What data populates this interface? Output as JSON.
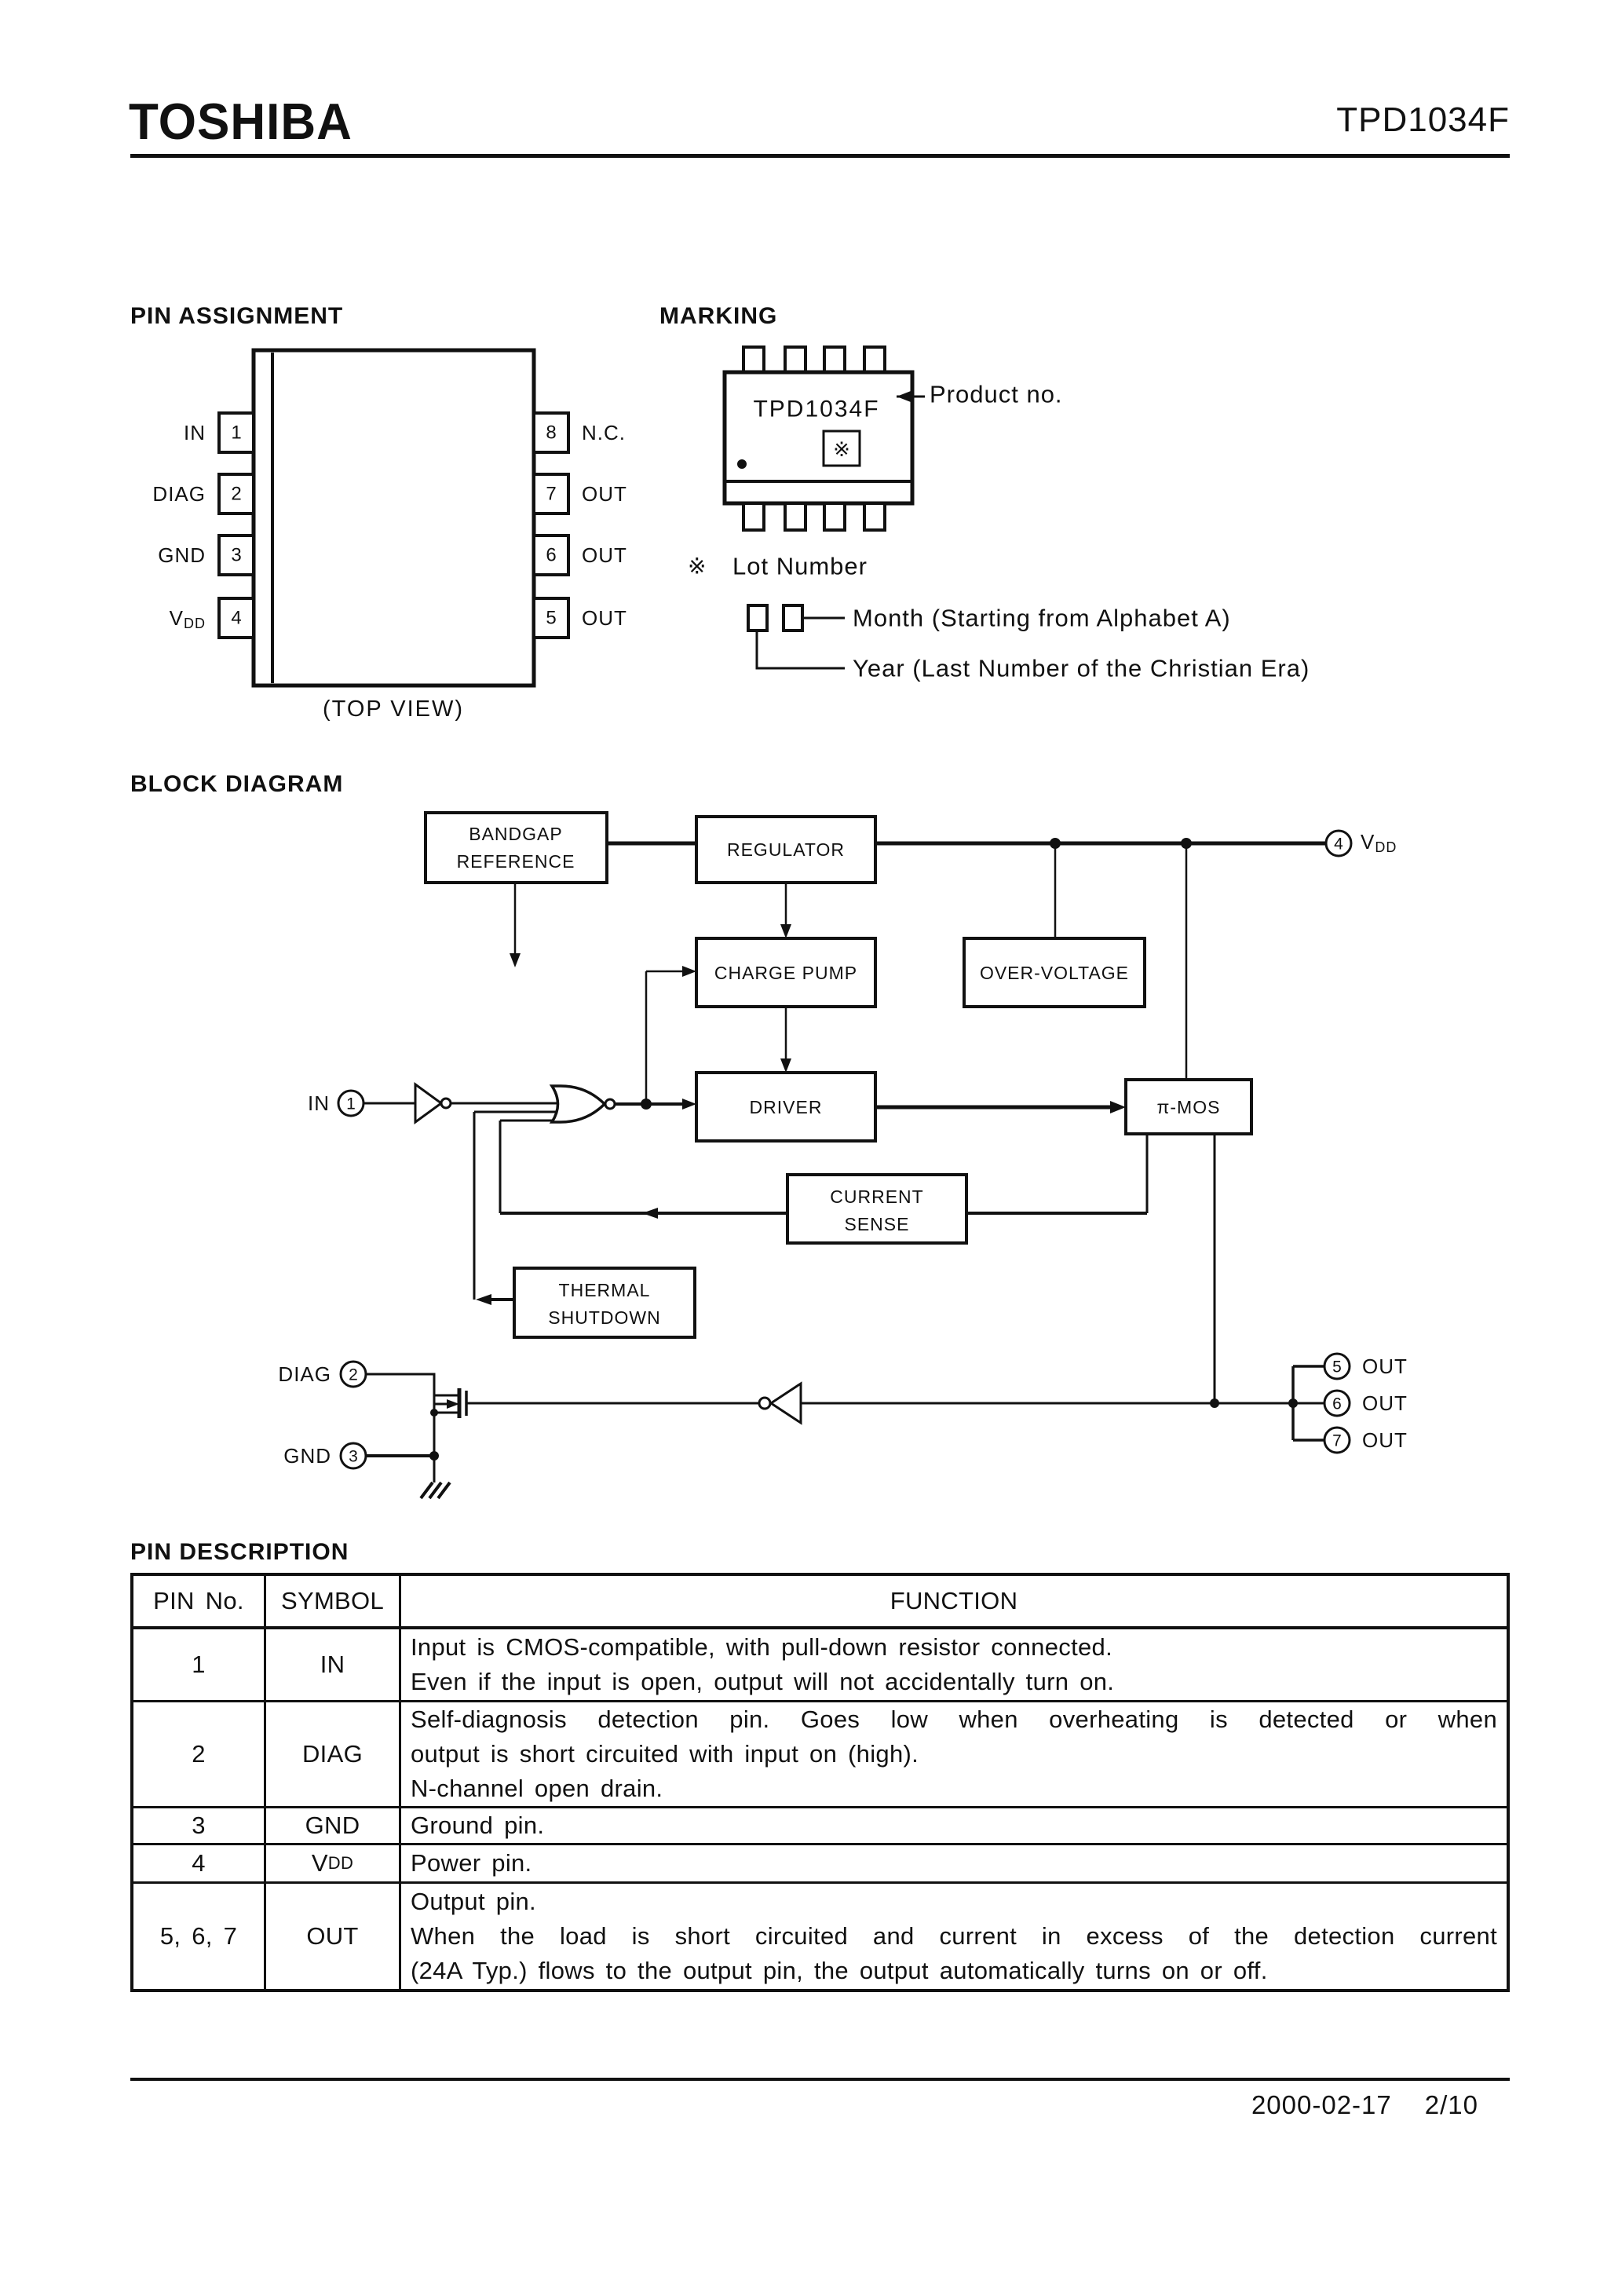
{
  "header": {
    "brand": "TOSHIBA",
    "part_number": "TPD1034F"
  },
  "sections": {
    "pin_assignment": "PIN ASSIGNMENT",
    "marking": "MARKING",
    "block_diagram": "BLOCK DIAGRAM",
    "pin_description": "PIN DESCRIPTION"
  },
  "pin_assignment": {
    "top_view": "(TOP VIEW)",
    "left_pins": [
      {
        "number": "1",
        "label": "IN"
      },
      {
        "number": "2",
        "label": "DIAG"
      },
      {
        "number": "3",
        "label": "GND"
      },
      {
        "number": "4",
        "label": "V",
        "label_sub": "DD"
      }
    ],
    "right_pins": [
      {
        "number": "8",
        "label": "N.C."
      },
      {
        "number": "7",
        "label": "OUT"
      },
      {
        "number": "6",
        "label": "OUT"
      },
      {
        "number": "5",
        "label": "OUT"
      }
    ]
  },
  "marking": {
    "device_marking": "TPD1034F",
    "lot_symbol": "※",
    "product_no": "Product no.",
    "lot_number_symbol": "※",
    "lot_number": "Lot Number",
    "month": "Month (Starting from Alphabet A)",
    "year": "Year (Last Number of the Christian Era)"
  },
  "block_diagram": {
    "bandgap_line1": "BANDGAP",
    "bandgap_line2": "REFERENCE",
    "regulator": "REGULATOR",
    "charge_pump": "CHARGE PUMP",
    "over_voltage": "OVER-VOLTAGE",
    "driver": "DRIVER",
    "pi_mos": "π-MOS",
    "current_sense_line1": "CURRENT",
    "current_sense_line2": "SENSE",
    "thermal_line1": "THERMAL",
    "thermal_line2": "SHUTDOWN",
    "pin_in_num": "1",
    "pin_in_label": "IN",
    "pin_vdd_num": "4",
    "pin_vdd_label": "V",
    "pin_vdd_sub": "DD",
    "pin_diag_num": "2",
    "pin_diag_label": "DIAG",
    "pin_gnd_num": "3",
    "pin_gnd_label": "GND",
    "pin_out5_num": "5",
    "pin_out5_label": "OUT",
    "pin_out6_num": "6",
    "pin_out6_label": "OUT",
    "pin_out7_num": "7",
    "pin_out7_label": "OUT"
  },
  "pin_description": {
    "headers": [
      "PIN No.",
      "SYMBOL",
      "FUNCTION"
    ],
    "rows": [
      {
        "pin": "1",
        "symbol": "IN",
        "lines": [
          "Input is CMOS-compatible, with pull-down resistor connected.",
          "Even if the input is open, output will not accidentally turn on."
        ]
      },
      {
        "pin": "2",
        "symbol": "DIAG",
        "lines": [
          "Self-diagnosis detection pin.  Goes low when overheating is detected or when",
          "output is short circuited with input on (high).",
          "N-channel open drain."
        ]
      },
      {
        "pin": "3",
        "symbol": "GND",
        "lines": [
          "Ground pin."
        ]
      },
      {
        "pin": "4",
        "symbol": "V",
        "symbol_sub": "DD",
        "lines": [
          "Power pin."
        ]
      },
      {
        "pin": "5, 6, 7",
        "symbol": "OUT",
        "lines": [
          "Output pin.",
          "When the load is short circuited and current in excess of the detection current",
          "(24A Typ.) flows to the output pin, the output automatically turns on or off."
        ]
      }
    ]
  },
  "footer": {
    "date": "2000-02-17",
    "page": "2/10"
  }
}
